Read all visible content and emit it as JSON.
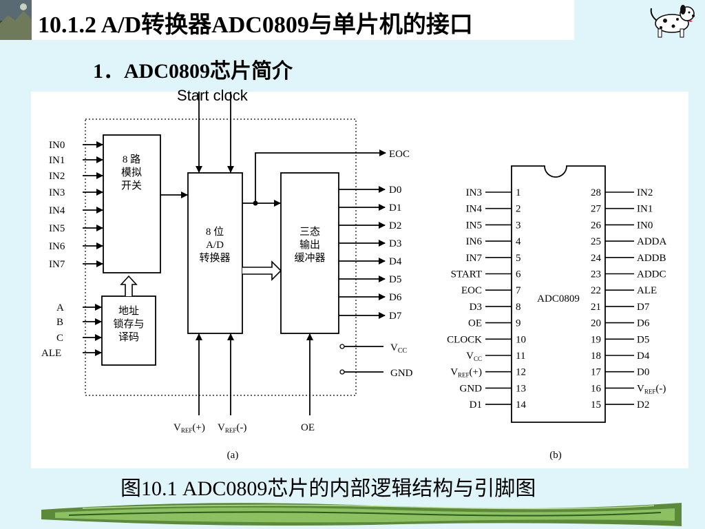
{
  "slide": {
    "title": "10.1.2  A/D转换器ADC0809与单片机的接口",
    "subtitle": "1．ADC0809芯片简介",
    "annotation": "Start clock",
    "caption": "图10.1  ADC0809芯片的内部逻辑结构与引脚图"
  },
  "diagram_a": {
    "inputs": [
      "IN0",
      "IN1",
      "IN2",
      "IN3",
      "IN4",
      "IN5",
      "IN6",
      "IN7"
    ],
    "address_inputs": [
      "A",
      "B",
      "C",
      "ALE"
    ],
    "mux_label": [
      "8 路",
      "模拟",
      "开关"
    ],
    "latch_label": [
      "地址",
      "锁存与",
      "译码"
    ],
    "adc_label": [
      "8 位",
      "A/D",
      "转换器"
    ],
    "buffer_label": [
      "三态",
      "输出",
      "缓冲器"
    ],
    "eoc": "EOC",
    "outputs": [
      "D0",
      "D1",
      "D2",
      "D3",
      "D4",
      "D5",
      "D6",
      "D7"
    ],
    "vcc": "V",
    "vcc_sub": "CC",
    "gnd": "GND",
    "vref_plus": "V",
    "vref_plus_sub": "REF",
    "vref_plus_suffix": "(+)",
    "vref_minus": "V",
    "vref_minus_sub": "REF",
    "vref_minus_suffix": "(-)",
    "oe": "OE",
    "label": "(a)"
  },
  "diagram_b": {
    "chip_name": "ADC0809",
    "left_pins": [
      {
        "num": "1",
        "name": "IN3"
      },
      {
        "num": "2",
        "name": "IN4"
      },
      {
        "num": "3",
        "name": "IN5"
      },
      {
        "num": "4",
        "name": "IN6"
      },
      {
        "num": "5",
        "name": "IN7"
      },
      {
        "num": "6",
        "name": "START"
      },
      {
        "num": "7",
        "name": "EOC"
      },
      {
        "num": "8",
        "name": "D3"
      },
      {
        "num": "9",
        "name": "OE"
      },
      {
        "num": "10",
        "name": "CLOCK"
      },
      {
        "num": "11",
        "name": "V",
        "sub": "CC"
      },
      {
        "num": "12",
        "name": "V",
        "sub": "REF",
        "suffix": "(+)"
      },
      {
        "num": "13",
        "name": "GND"
      },
      {
        "num": "14",
        "name": "D1"
      }
    ],
    "right_pins": [
      {
        "num": "28",
        "name": "IN2"
      },
      {
        "num": "27",
        "name": "IN1"
      },
      {
        "num": "26",
        "name": "IN0"
      },
      {
        "num": "25",
        "name": "ADDA"
      },
      {
        "num": "24",
        "name": "ADDB"
      },
      {
        "num": "23",
        "name": "ADDC"
      },
      {
        "num": "22",
        "name": "ALE"
      },
      {
        "num": "21",
        "name": "D7"
      },
      {
        "num": "20",
        "name": "D6"
      },
      {
        "num": "19",
        "name": "D5"
      },
      {
        "num": "18",
        "name": "D4"
      },
      {
        "num": "17",
        "name": "D0"
      },
      {
        "num": "16",
        "name": "V",
        "sub": "REF",
        "suffix": "(-)"
      },
      {
        "num": "15",
        "name": "D2"
      }
    ],
    "label": "(b)"
  }
}
